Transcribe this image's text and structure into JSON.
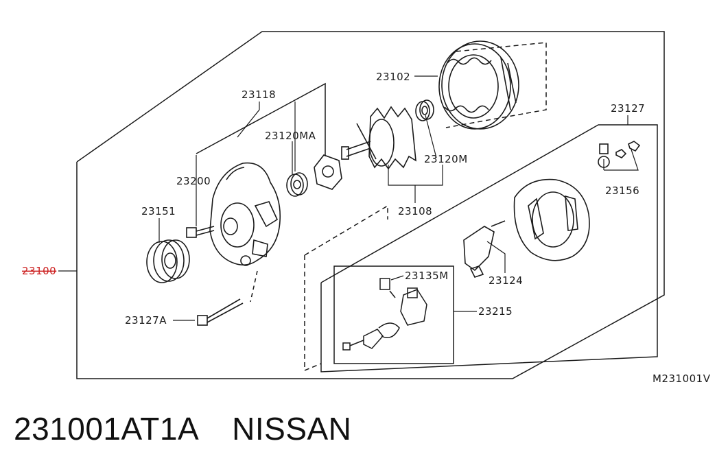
{
  "diagram": {
    "code": "M231001V",
    "highlight": {
      "part_number": "23100",
      "color": "#cc1f1f"
    },
    "parts": [
      {
        "id": "p23102",
        "number": "23102"
      },
      {
        "id": "p23118",
        "number": "23118"
      },
      {
        "id": "p23120MA",
        "number": "23120MA"
      },
      {
        "id": "p23127",
        "number": "23127"
      },
      {
        "id": "p23200",
        "number": "23200"
      },
      {
        "id": "p23120M",
        "number": "23120M"
      },
      {
        "id": "p23156",
        "number": "23156"
      },
      {
        "id": "p23151",
        "number": "23151"
      },
      {
        "id": "p23108",
        "number": "23108"
      },
      {
        "id": "p23135M",
        "number": "23135M"
      },
      {
        "id": "p23124",
        "number": "23124"
      },
      {
        "id": "p23215",
        "number": "23215"
      },
      {
        "id": "p23127A",
        "number": "23127A"
      }
    ]
  },
  "caption": {
    "part_number": "231001AT1A",
    "brand": "NISSAN"
  }
}
